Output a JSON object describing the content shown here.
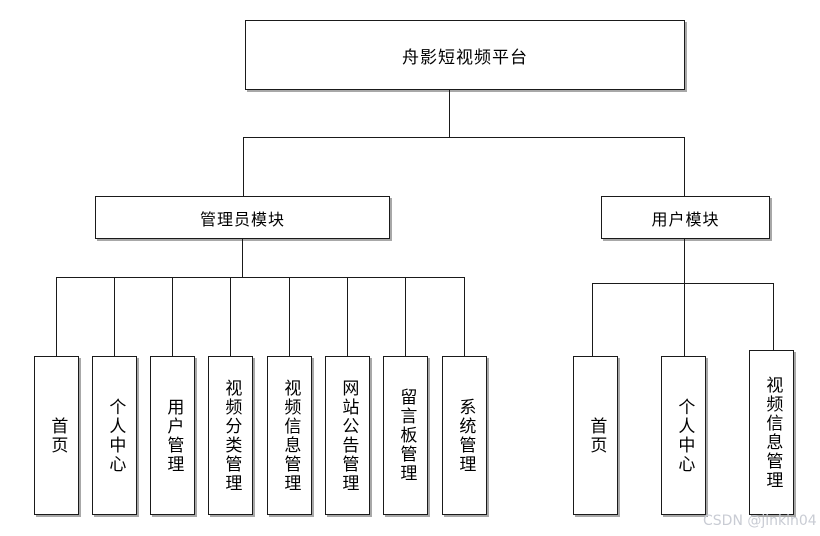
{
  "diagram": {
    "title": "舟影短视频平台",
    "type": "org-chart",
    "background_color": "#ffffff",
    "line_color": "#1a1a1a",
    "box_fill": "#ffffff",
    "root": {
      "label": "舟影短视频平台"
    },
    "modules": [
      {
        "label": "管理员模块",
        "children": [
          {
            "label": "首页"
          },
          {
            "label": "个人中心"
          },
          {
            "label": "用户管理"
          },
          {
            "label": "视频分类管理"
          },
          {
            "label": "视频信息管理"
          },
          {
            "label": "网站公告管理"
          },
          {
            "label": "留言板管理"
          },
          {
            "label": "系统管理"
          }
        ]
      },
      {
        "label": "用户模块",
        "children": [
          {
            "label": "首页"
          },
          {
            "label": "个人中心"
          },
          {
            "label": "视频信息管理"
          }
        ]
      }
    ]
  },
  "watermark": {
    "text": "CSDN @jinkin04",
    "color": "#c9ccd4"
  }
}
